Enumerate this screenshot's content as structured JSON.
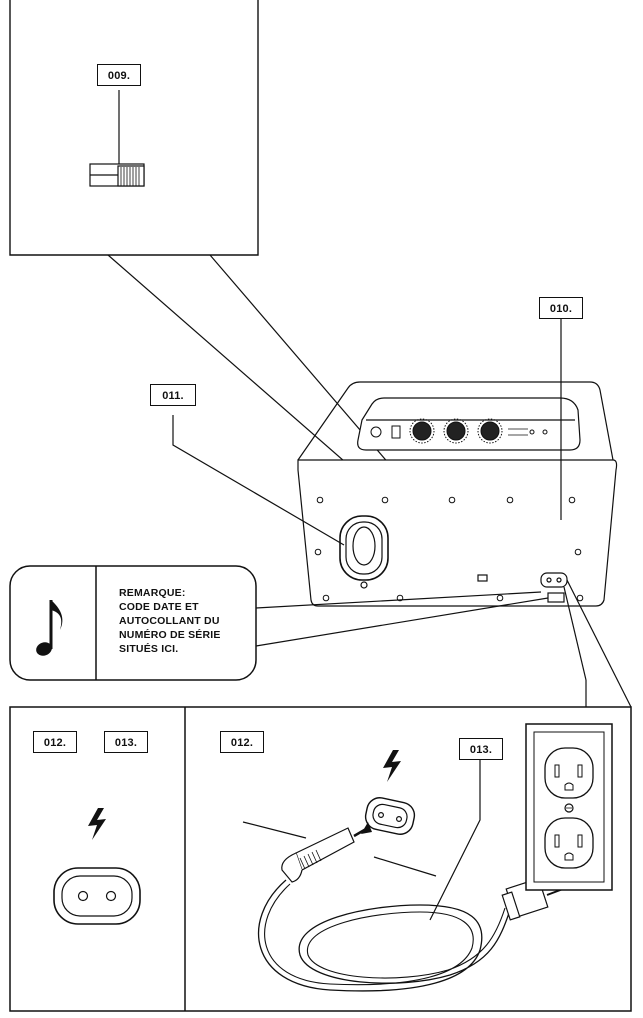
{
  "callouts": {
    "c009": "009.",
    "c010": "010.",
    "c011": "011.",
    "c012_left": "012.",
    "c013_left": "013.",
    "c012_right": "012.",
    "c013_right": "013."
  },
  "note": {
    "lines": [
      "REMARQUE:",
      "CODE DATE ET",
      "AUTOCOLLANT DU",
      "NUMÉRO DE SÉRIE",
      "SITUÉS ICI."
    ],
    "icon": "music-note-icon"
  },
  "icons": {
    "power": "lightning-bolt-icon",
    "ac_inlet": "figure-8-ac-inlet-icon",
    "wall_outlet": "wall-outlet-icon",
    "power_cord": "power-cord-icon",
    "speaker": "speaker-rear-view-icon"
  }
}
